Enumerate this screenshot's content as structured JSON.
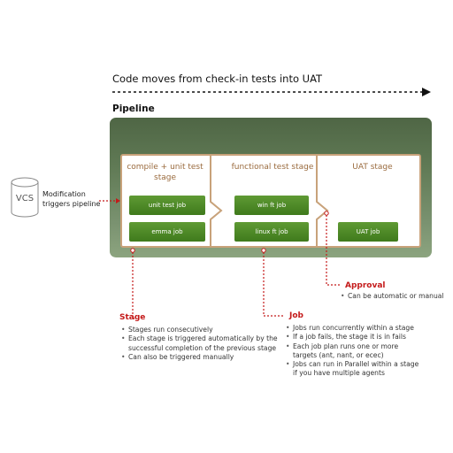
{
  "header": {
    "title": "Code moves from check-in tests into UAT"
  },
  "pipeline": {
    "label": "Pipeline",
    "stages": [
      {
        "title": "compile + unit test stage",
        "jobs": [
          "unit test job",
          "emma job"
        ]
      },
      {
        "title": "functional test stage",
        "jobs": [
          "win ft job",
          "linux ft job"
        ]
      },
      {
        "title": "UAT stage",
        "jobs": [
          "UAT job"
        ]
      }
    ]
  },
  "vcs": {
    "label": "VCS",
    "note_line1": "Modification",
    "note_line2": "triggers pipeline"
  },
  "notes": {
    "approval": {
      "title": "Approval",
      "items": [
        "Can be automatic or manual"
      ]
    },
    "stage": {
      "title": "Stage",
      "items": [
        "Stages run consecutively",
        "Each stage is triggered automatically by the",
        "successful completion of the previous stage",
        "Can also be triggered manually"
      ]
    },
    "job": {
      "title": "Job",
      "items": [
        "Jobs run concurrently within a stage",
        "If a job fails, the stage it is in fails",
        "Each job plan runs one or more",
        "targets (ant, nant, or ecec)",
        "Jobs can run in Parallel within a stage",
        "if you have multiple agents"
      ]
    }
  },
  "colors": {
    "pipeline_dark": "#4f6645",
    "stage_border": "#c8a27a",
    "stage_title": "#9a6b3e",
    "job_green": "#4a8526",
    "accent_red": "#c41a1a"
  }
}
